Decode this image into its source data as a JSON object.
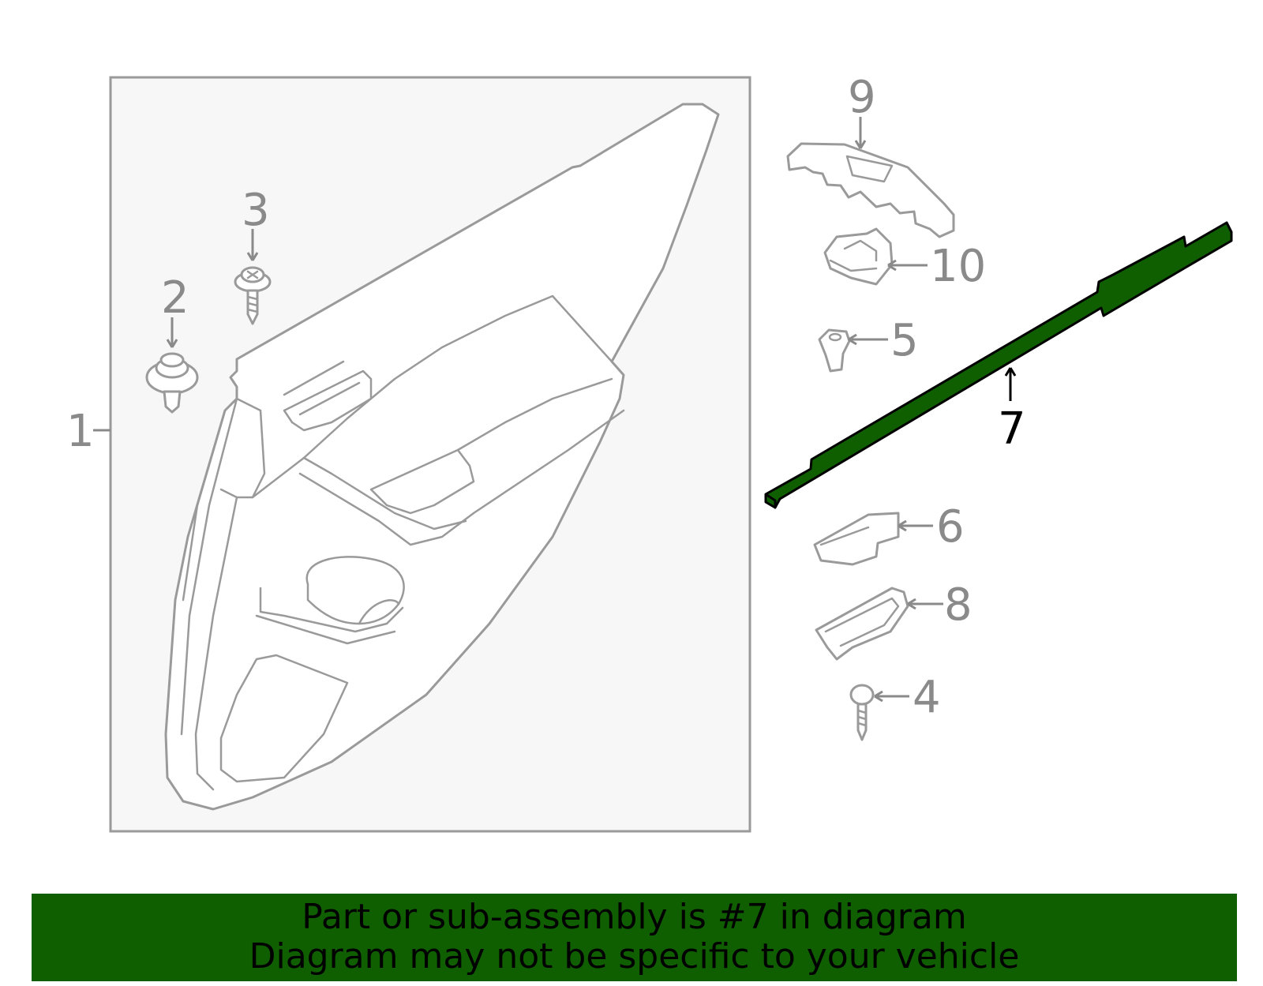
{
  "callouts": {
    "c1": "1",
    "c2": "2",
    "c3": "3",
    "c4": "4",
    "c5": "5",
    "c6": "6",
    "c7": "7",
    "c8": "8",
    "c9": "9",
    "c10": "10"
  },
  "highlighted_part": "7",
  "colors": {
    "highlight": "#0f5f00",
    "linework": "#9a9a9a",
    "panel": "#f7f7f7"
  },
  "banner": {
    "line1": "Part or sub-assembly is #7 in diagram",
    "line2": "Diagram may not be specific to your vehicle"
  }
}
